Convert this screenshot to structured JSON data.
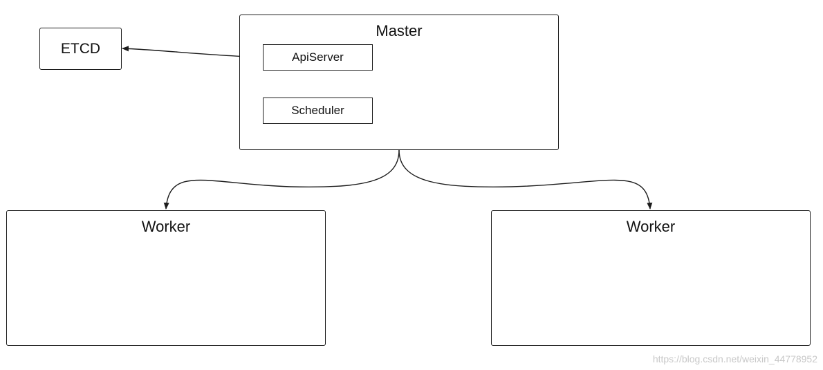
{
  "nodes": {
    "etcd": {
      "label": "ETCD"
    },
    "master": {
      "label": "Master",
      "apiserver": {
        "label": "ApiServer"
      },
      "scheduler": {
        "label": "Scheduler"
      }
    },
    "worker_left": {
      "label": "Worker"
    },
    "worker_right": {
      "label": "Worker"
    }
  },
  "watermark": "https://blog.csdn.net/weixin_44778952",
  "colors": {
    "stroke": "#1c1c1c",
    "watermark": "#c8c8c8"
  }
}
